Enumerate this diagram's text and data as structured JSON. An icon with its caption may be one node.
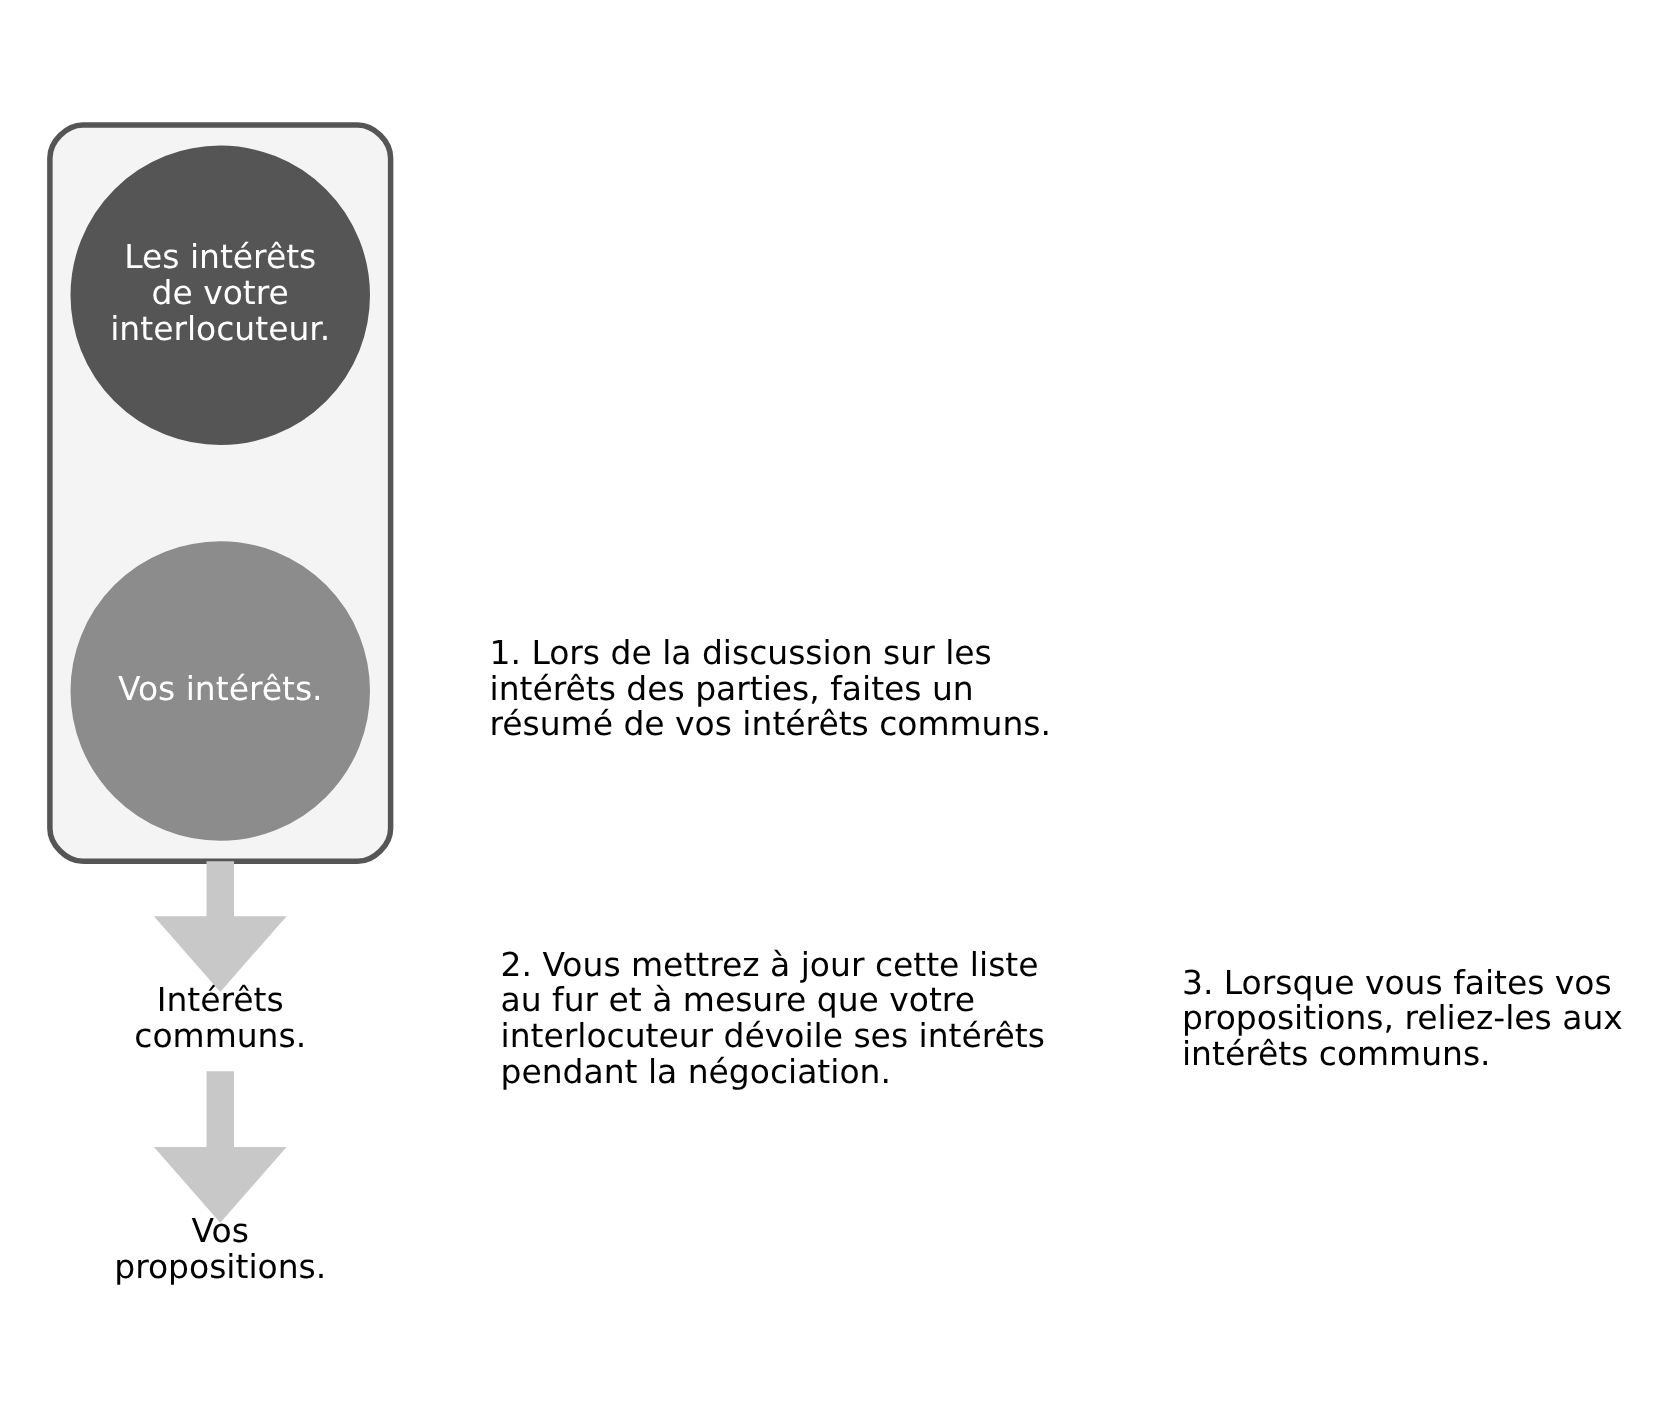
{
  "diagram": {
    "nodes": [
      {
        "text": [],
        "shape": "funnel"
      },
      {
        "text": [
          "Les intérêts de votre interlocuteur."
        ],
        "in": 0
      },
      {
        "text": [
          "Vos intérêts."
        ],
        "in": 0
      },
      {
        "text": [
          "Intérêts communs."
        ]
      },
      {
        "text": [
          "Vos propositions."
        ]
      }
    ],
    "edges": [
      {
        "from": 0,
        "to": 3,
        "arrow": "to"
      },
      {
        "from": 3,
        "to": 4,
        "arrow": "to"
      }
    ],
    "labels": [
      "1. Lors de la discussion sur les intérêts des parties, faites un résumé de vos intérêts communs.",
      "2. Vous mettrez à jour cette liste au fur et à mesure que votre interlocuteur dévoile ses intérêts pendant la négociation.",
      "3. Lorsque vous faites vos propositions, reliez-les aux intérêts communs."
    ]
  }
}
